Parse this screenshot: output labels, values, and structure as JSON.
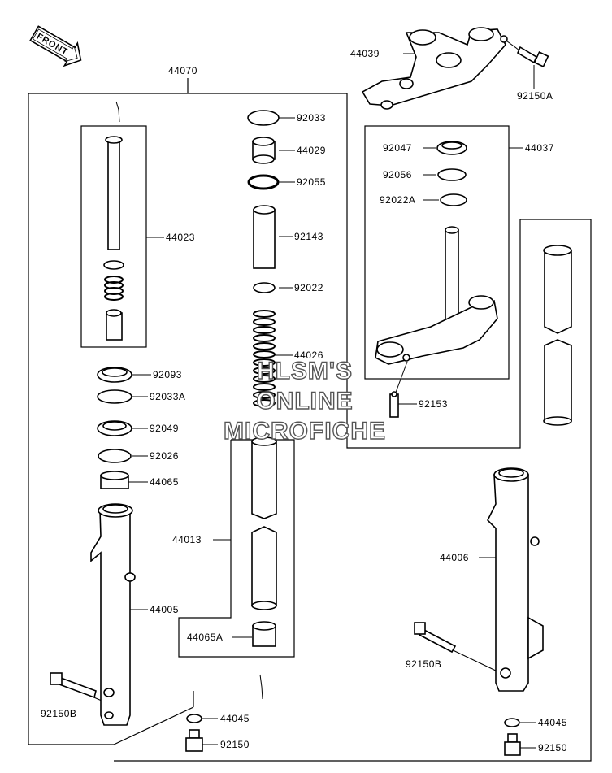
{
  "orientation_badge": "FRONT",
  "watermark": [
    "HLSM'S",
    "ONLINE",
    "MICROFICHE"
  ],
  "labels": {
    "p44070": "44070",
    "p44039": "44039",
    "p92150A": "92150A",
    "p92033": "92033",
    "p44029": "44029",
    "p92055": "92055",
    "p44023": "44023",
    "p92143": "92143",
    "p92022": "92022",
    "p44026": "44026",
    "p92047": "92047",
    "p44037": "44037",
    "p92056": "92056",
    "p92022A": "92022A",
    "p92093": "92093",
    "p92033A": "92033A",
    "p92153": "92153",
    "p92049": "92049",
    "p92026": "92026",
    "p44065": "44065",
    "p44013": "44013",
    "p44006": "44006",
    "p44005": "44005",
    "p44065A": "44065A",
    "p92150B_right": "92150B",
    "p92150B_left": "92150B",
    "p44045_left": "44045",
    "p44045_right": "44045",
    "p92150_left": "92150",
    "p92150_right": "92150"
  }
}
